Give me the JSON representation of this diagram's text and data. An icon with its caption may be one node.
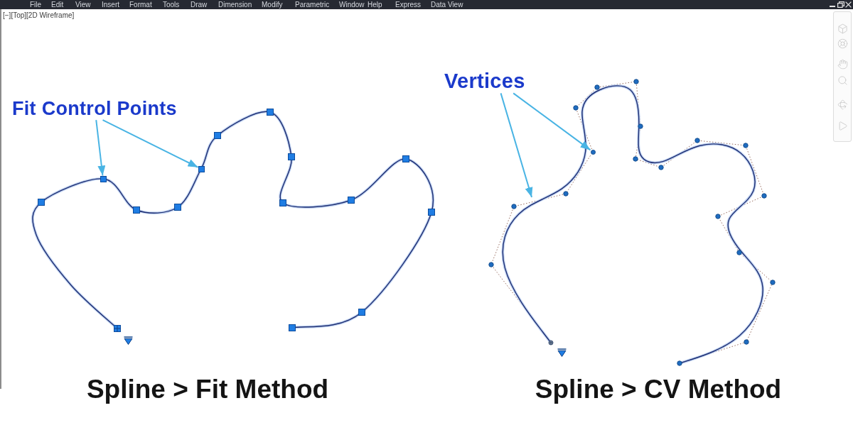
{
  "diagram": {
    "nodes": [
      {
        "text": [
          "Fit Control Points"
        ]
      },
      {
        "text": [],
        "shape": "box"
      },
      {
        "text": [],
        "shape": "box"
      },
      {
        "text": [
          "Vertices"
        ]
      },
      {
        "text": [],
        "shape": "circle"
      }
    ],
    "edges": [
      {
        "from": 0,
        "to": 1,
        "arrow": "to"
      },
      {
        "from": 0,
        "to": 2,
        "arrow": "to"
      },
      {
        "from": 3,
        "to": null,
        "arrow": "to"
      },
      {
        "from": 3,
        "to": 4,
        "arrow": "to"
      }
    ],
    "labels": [
      "File",
      "Edit",
      "View",
      "Insert",
      "Format",
      "Tools",
      "Draw",
      "Dimension",
      "Modify",
      "Parametric",
      "Window",
      "Help",
      "Express",
      "Data View",
      "[−][Top][2D Wireframe]",
      "Spline > Fit Method",
      "Spline > CV Method"
    ]
  }
}
